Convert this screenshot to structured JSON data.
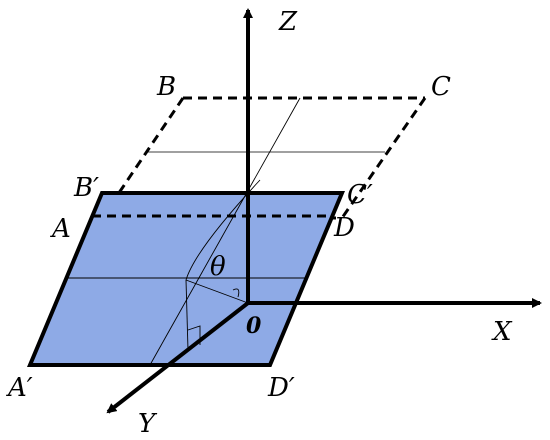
{
  "axes": {
    "z": "Z",
    "x": "X",
    "y": "Y"
  },
  "origin": "0",
  "points": {
    "A": "A",
    "B": "B",
    "C": "C",
    "D": "D",
    "A_prime": "A′",
    "B_prime": "B′",
    "C_prime": "C′",
    "D_prime": "D′"
  },
  "angle": "θ",
  "colors": {
    "plane_fill": "#8eaae6",
    "stroke": "#000000"
  }
}
